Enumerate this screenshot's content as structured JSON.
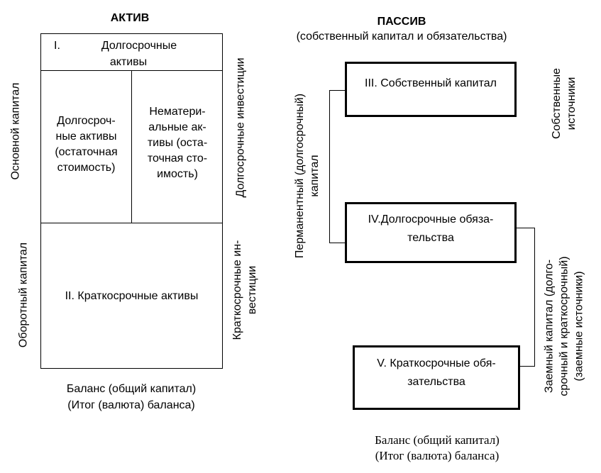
{
  "aktiv": {
    "header": "АКТИВ",
    "section1": {
      "num": "I.",
      "line1": "Долгосрочные",
      "line2": "активы"
    },
    "fixed_assets": [
      "Долгосроч-",
      "ные активы",
      "(остаточная",
      "стоимость)"
    ],
    "intangible_assets": [
      "Нематери-",
      "альные ак-",
      "тивы (оста-",
      "точная сто-",
      "имость)"
    ],
    "section2": "II. Краткосрочные активы",
    "left_labels": {
      "fixed_capital": "Основной капитал",
      "working_capital": "Оборотный капитал"
    },
    "right_labels": {
      "long_term_investments": "Долгосрочные инвестиции",
      "short_term_investments": [
        "Краткосрочные ин-",
        "вестиции"
      ]
    },
    "footer": [
      "Баланс (общий капитал)",
      "(Итог (валюта) баланса)"
    ]
  },
  "passiv": {
    "header": "ПАССИВ",
    "subheader": "(собственный капитал и обязательства)",
    "section3": "III. Собственный капитал",
    "section4": [
      "IV.Долгосрочные обяза-",
      "тельства"
    ],
    "section5": [
      "V. Краткосрочные обя-",
      "зательства"
    ],
    "permanent_capital": [
      "Перманентный (долгосрочный)",
      "капитал"
    ],
    "own_sources": [
      "Собственные",
      "источники"
    ],
    "borrowed_capital": [
      "Заемный капитал (долго-",
      "срочный и краткосрочный)",
      "(заемные источники)"
    ],
    "footer": [
      "Баланс (общий капитал)",
      "(Итог (валюта) баланса)"
    ]
  }
}
